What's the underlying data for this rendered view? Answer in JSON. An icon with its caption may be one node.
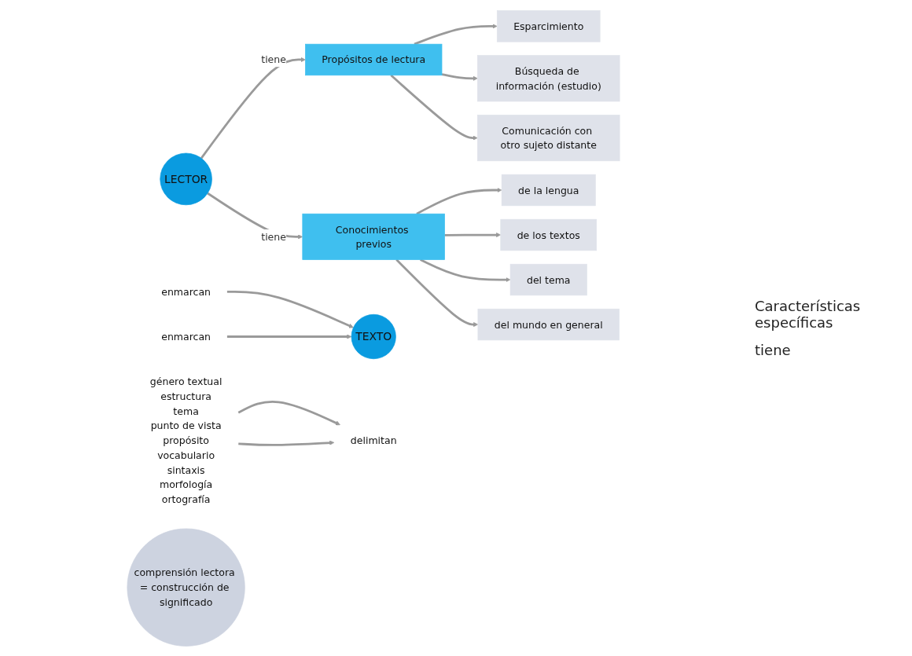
{
  "diagram": {
    "nodes": [
      {
        "text": [
          "Propósitos de lectura"
        ]
      },
      {
        "text": [
          "Esparcimiento"
        ]
      },
      {
        "text": [
          "Búsqueda de información (estudio)"
        ]
      },
      {
        "text": [
          "Comunicación con otro sujeto distante"
        ]
      },
      {
        "text": [
          "LECTOR"
        ]
      },
      {
        "text": [
          "comprensión lectora = construcción de significado"
        ]
      },
      {
        "text": [
          "TEXTO"
        ]
      },
      {
        "text": [
          "Conocimientos previos"
        ]
      },
      {
        "text": [
          "de la lengua"
        ]
      },
      {
        "text": [
          "de los textos"
        ]
      },
      {
        "text": [
          "del tema"
        ]
      },
      {
        "text": [
          "del mundo en general"
        ]
      },
      {
        "text": [
          "género textual",
          "estructura",
          "tema",
          "punto de vista",
          "propósito",
          "vocabulario",
          "sintaxis",
          "morfología",
          "ortografía"
        ]
      },
      {
        "text": [
          "enmarcan"
        ]
      },
      {
        "text": [
          "enmarcan"
        ]
      },
      {
        "text": [
          "delimitan"
        ]
      }
    ],
    "edges": [
      {
        "from": 0,
        "to": 1,
        "arrow": "to"
      },
      {
        "from": 0,
        "to": 2,
        "arrow": "to"
      },
      {
        "from": 0,
        "to": 3,
        "arrow": "to"
      },
      {
        "from": 4,
        "to": 0,
        "arrow": "to",
        "label": "tiene"
      },
      {
        "from": 4,
        "to": 7,
        "arrow": "to",
        "label": "tiene"
      },
      {
        "from": 7,
        "to": 8,
        "arrow": "to"
      },
      {
        "from": 7,
        "to": 9,
        "arrow": "to"
      },
      {
        "from": 7,
        "to": 10,
        "arrow": "to"
      },
      {
        "from": 7,
        "to": 11,
        "arrow": "to"
      },
      {
        "from": 13,
        "to": 6,
        "arrow": "to"
      },
      {
        "from": 14,
        "to": 6,
        "arrow": "to"
      },
      {
        "from": 12,
        "to": 15,
        "arrow": "to"
      },
      {
        "from": 12,
        "to": 15,
        "arrow": "to"
      }
    ],
    "labels": [
      "Características específicas",
      "tiene"
    ]
  }
}
